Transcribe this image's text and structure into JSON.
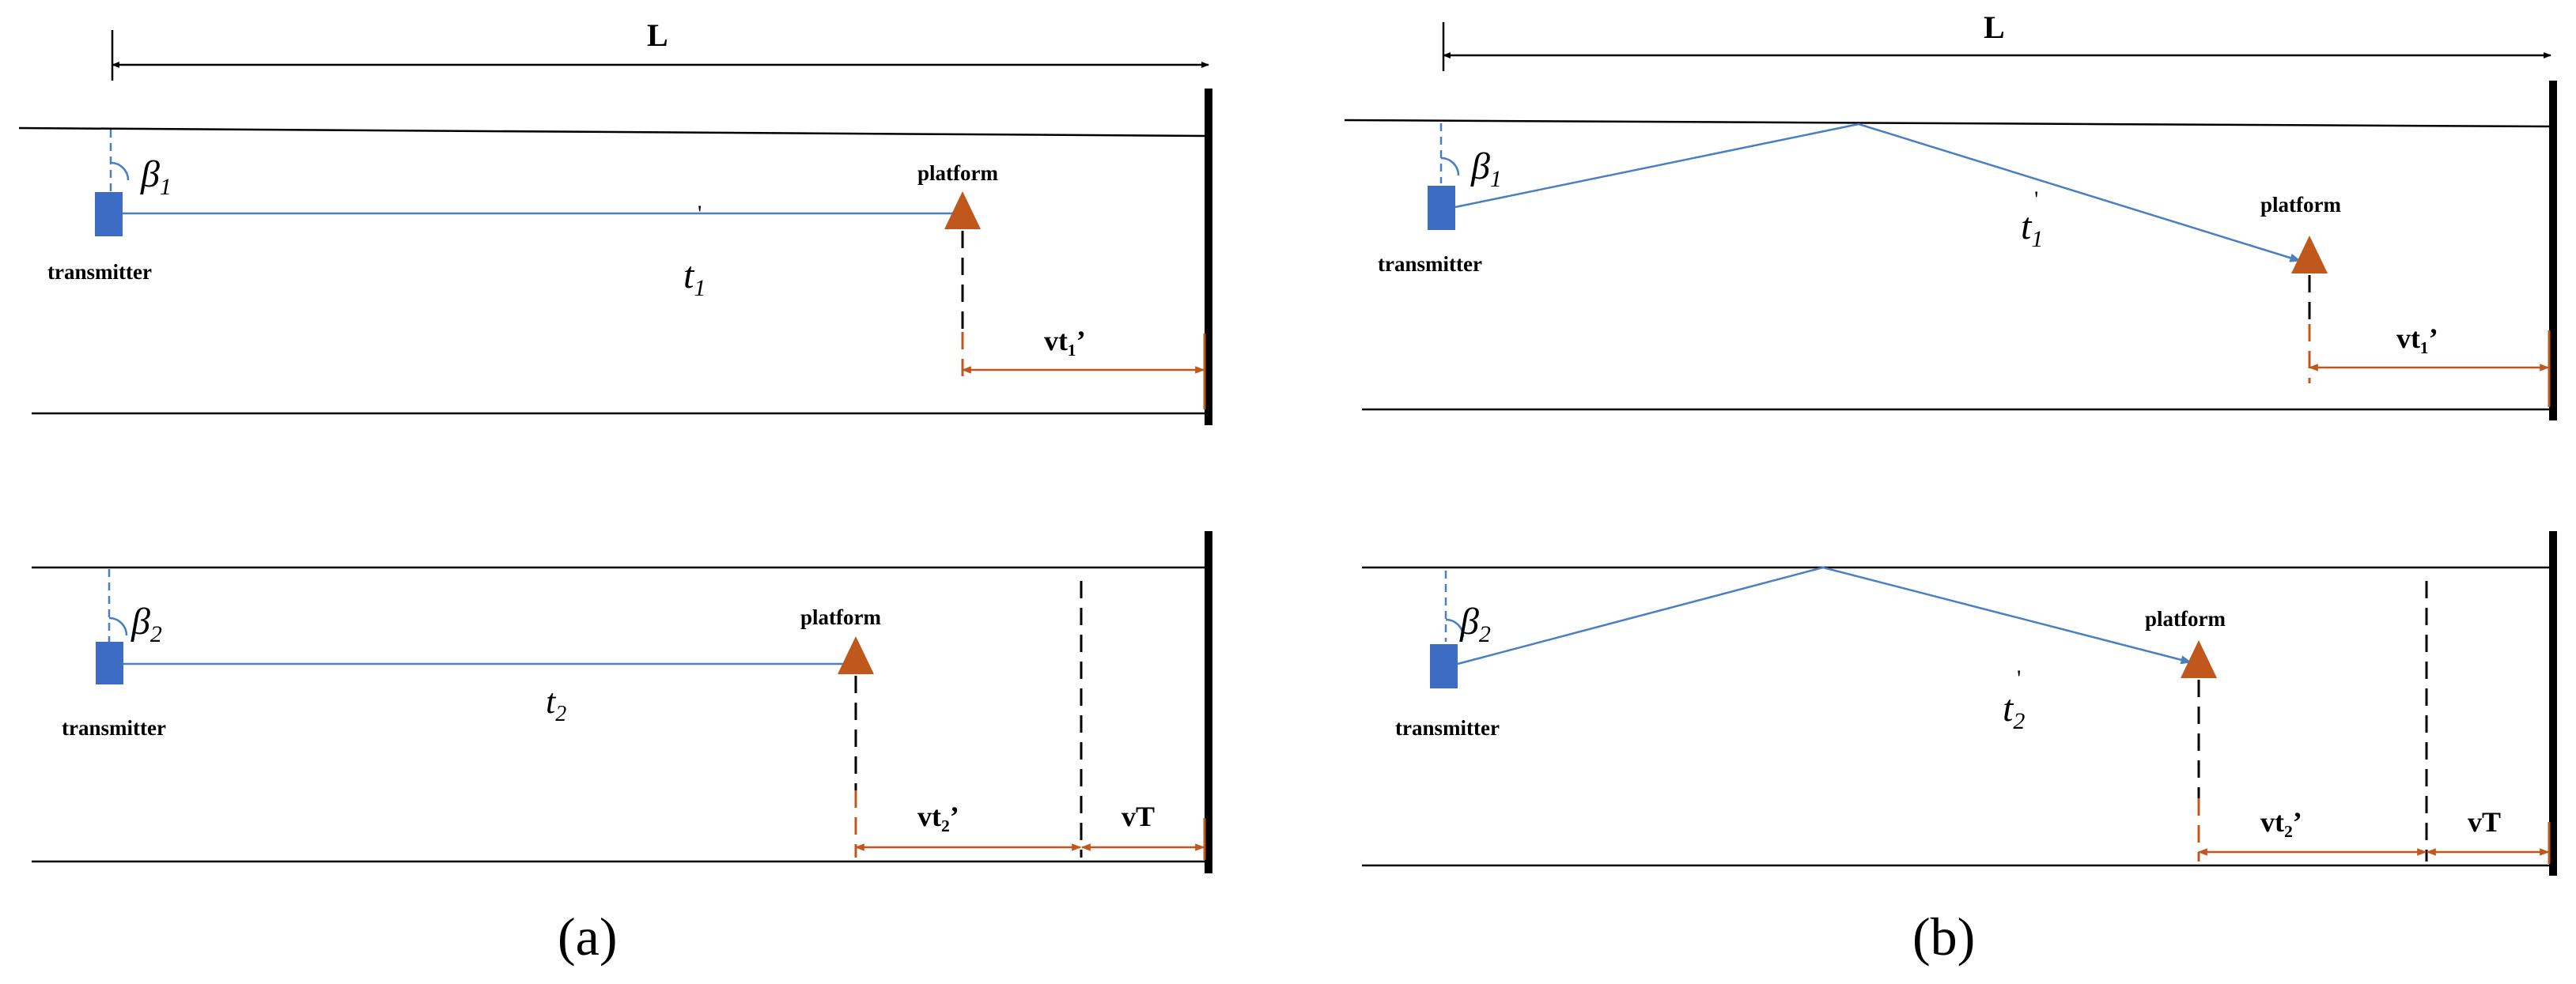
{
  "colors": {
    "line": "#000000",
    "ray": "#4a7fc4",
    "transmitter": "#3d6cc4",
    "platform": "#c0571c",
    "orange_dim": "#c0571c"
  },
  "labels": {
    "L": "L",
    "transmitter": "transmitter",
    "platform": "platform",
    "beta": "β",
    "beta1_sub": "1",
    "beta2_sub": "2",
    "t": "t",
    "t1_sub": "1",
    "t2_sub": "2",
    "prime": "'",
    "vt1": "vt₁’",
    "vt2": "vt₂’",
    "vT": "vT"
  },
  "captions": {
    "a": "(a)",
    "b": "(b)"
  },
  "icons": {
    "transmitter": "blue-rectangle-icon",
    "platform": "orange-triangle-icon"
  }
}
